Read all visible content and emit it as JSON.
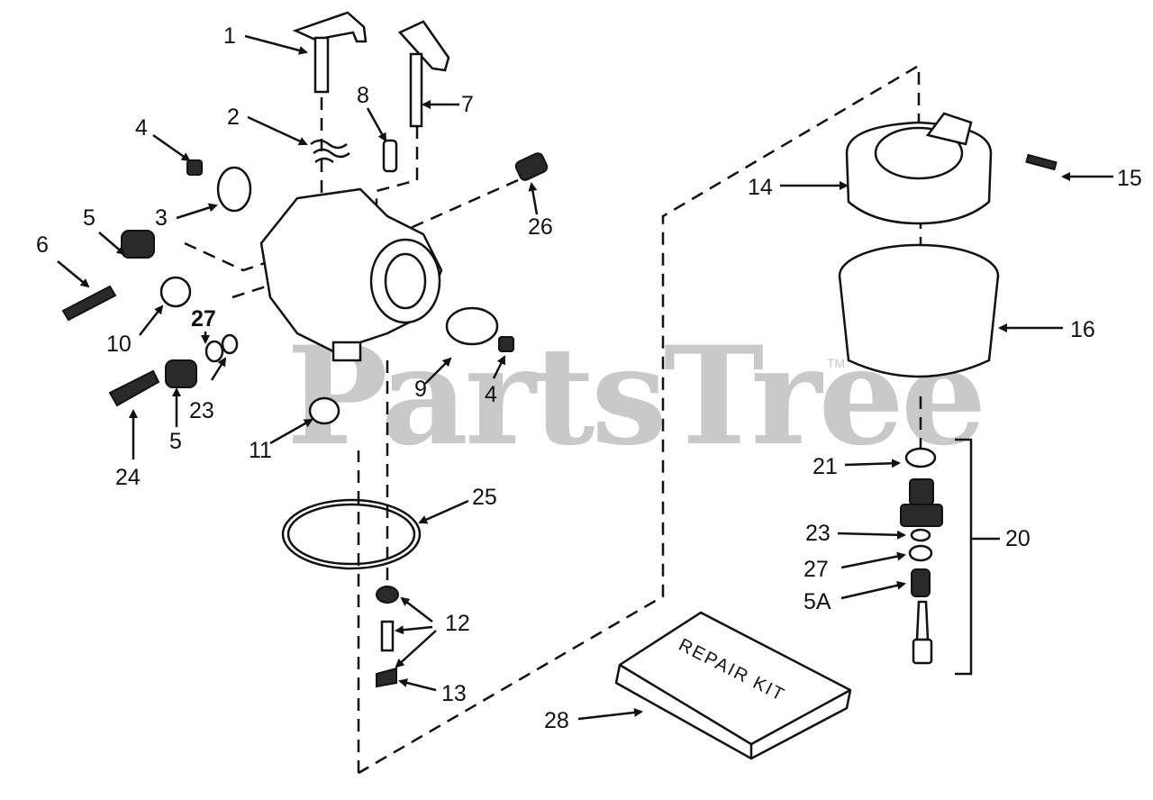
{
  "watermark": {
    "text": "PartsTree",
    "trademark": "TM"
  },
  "repair_kit": {
    "text": "REPAIR KIT"
  },
  "callouts": {
    "c1": "1",
    "c2": "2",
    "c3": "3",
    "c4a": "4",
    "c4b": "4",
    "c5a": "5",
    "c5b": "5",
    "c6": "6",
    "c7": "7",
    "c8": "8",
    "c9": "9",
    "c10": "10",
    "c11": "11",
    "c12": "12",
    "c13": "13",
    "c14": "14",
    "c15": "15",
    "c16": "16",
    "c20": "20",
    "c21": "21",
    "c23a": "23",
    "c23b": "23",
    "c24": "24",
    "c25": "25",
    "c26": "26",
    "c27a": "27",
    "c27b": "27",
    "c28": "28",
    "c5A": "5A"
  }
}
